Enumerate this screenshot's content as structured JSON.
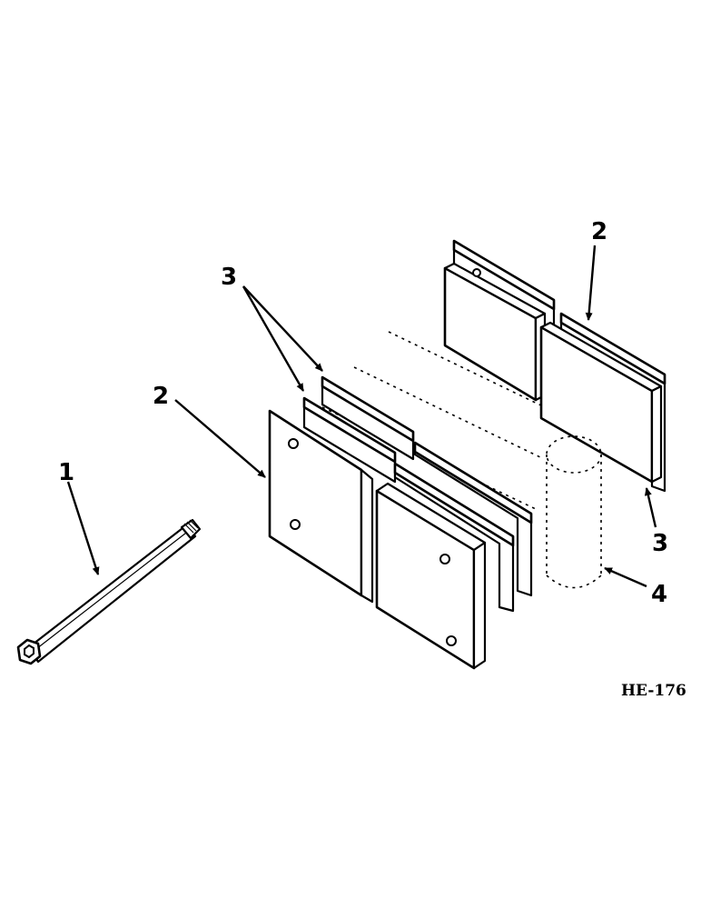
{
  "callouts": {
    "c1": "1",
    "c2_left": "2",
    "c2_right": "2",
    "c3_left": "3",
    "c3_right": "3",
    "c4": "4"
  },
  "figure_id": "HE-176",
  "icons": {
    "bolt": "bolt-icon",
    "wear_plate": "wear-plate-icon",
    "shim": "shim-icon",
    "spacer": "spacer-tube-icon"
  }
}
